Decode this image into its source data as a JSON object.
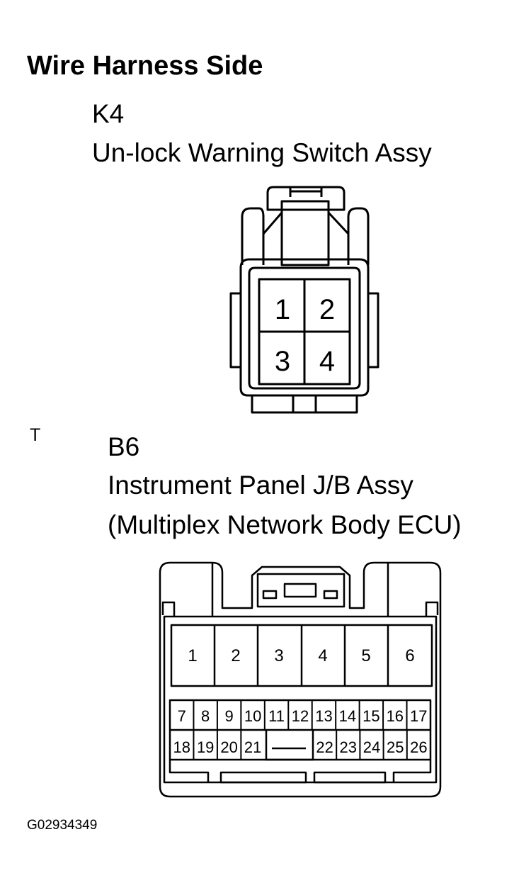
{
  "heading": "Wire Harness Side",
  "k4": {
    "code": "K4",
    "name": "Un-lock  Warning Switch Assy",
    "pins": [
      "1",
      "2",
      "3",
      "4"
    ]
  },
  "t_mark": "T",
  "b6": {
    "code": "B6",
    "name_line1": "Instrument Panel J/B Assy",
    "name_line2": "(Multiplex Network Body ECU)",
    "large_pins": [
      "1",
      "2",
      "3",
      "4",
      "5",
      "6"
    ],
    "top_row_pins": [
      "7",
      "8",
      "9",
      "10",
      "11",
      "12",
      "13",
      "14",
      "15",
      "16",
      "17"
    ],
    "bottom_left_pins": [
      "18",
      "19",
      "20",
      "21"
    ],
    "bottom_right_pins": [
      "22",
      "23",
      "24",
      "25",
      "26"
    ]
  },
  "figure_id": "G02934349"
}
